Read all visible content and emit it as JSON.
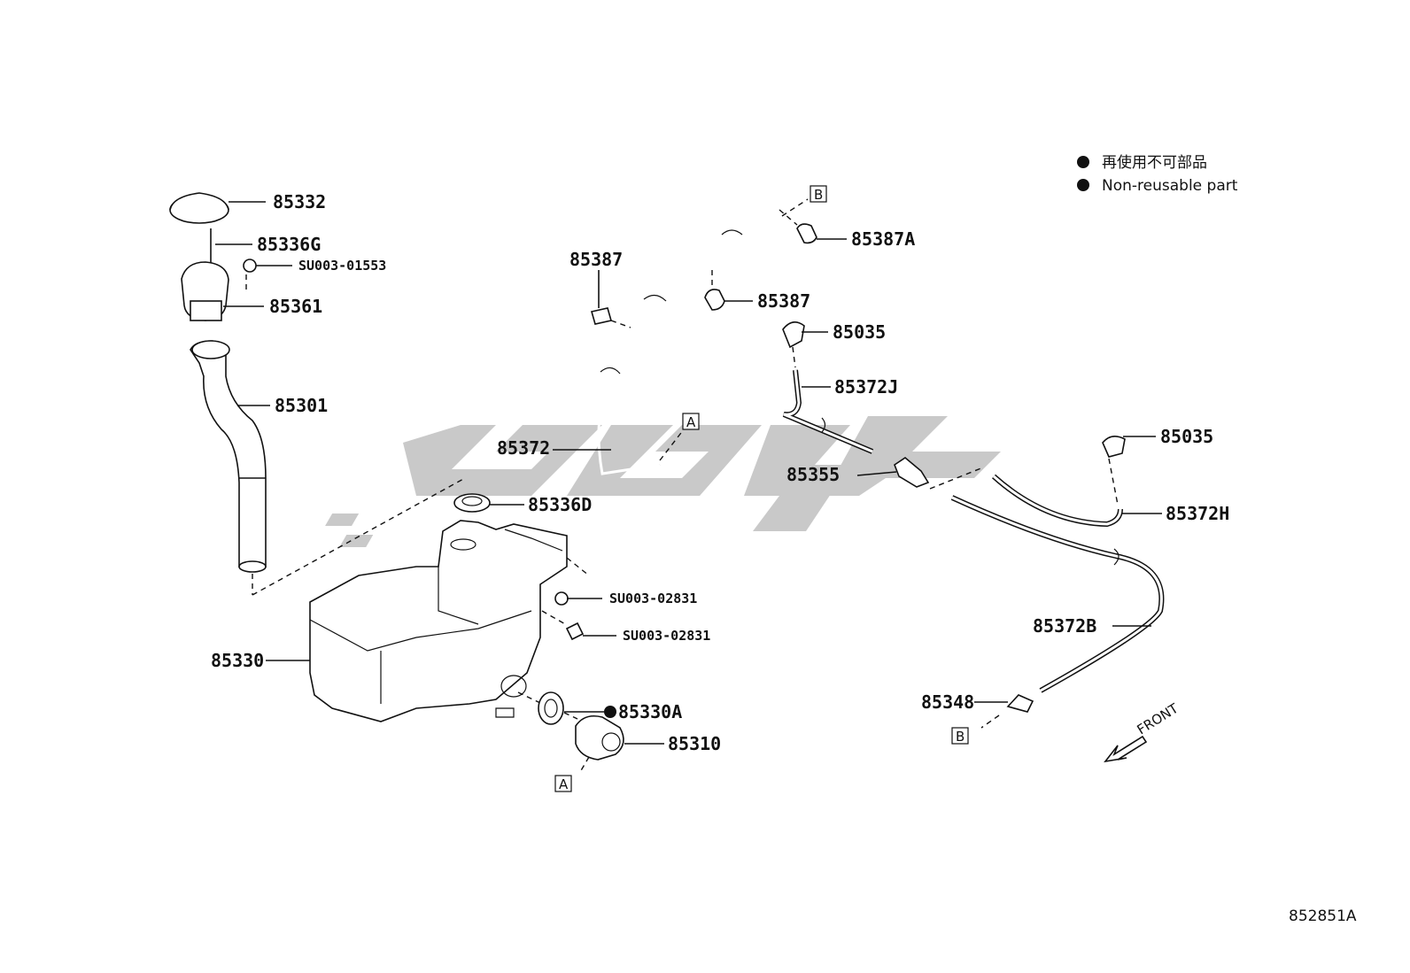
{
  "legend": {
    "line_jp": "再使用不可部品",
    "line_en": "Non-reusable part"
  },
  "labels": {
    "p85332": "85332",
    "p85336G": "85336G",
    "pSU003_01553": "SU003-01553",
    "p85361": "85361",
    "p85301": "85301",
    "p85336D": "85336D",
    "pSU003_02831a": "SU003-02831",
    "pSU003_02831b": "SU003-02831",
    "p85330": "85330",
    "p85330A": "85330A",
    "p85310": "85310",
    "p85372": "85372",
    "p85387a": "85387",
    "p85387b": "85387",
    "p85387A": "85387A",
    "p85035a": "85035",
    "p85372J": "85372J",
    "p85355": "85355",
    "p85035b": "85035",
    "p85372H": "85372H",
    "p85372B": "85372B",
    "p85348": "85348"
  },
  "ref_boxes": {
    "A": "A",
    "B": "B"
  },
  "front": "FRONT",
  "diagram_code": "852851A",
  "colors": {
    "line": "#111111",
    "watermark": "#c8c8c8"
  }
}
